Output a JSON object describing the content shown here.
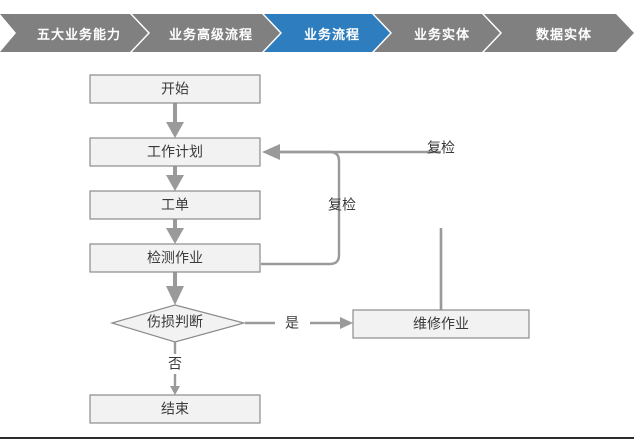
{
  "breadcrumb": {
    "colors": {
      "inactive": "#808080",
      "active": "#2E7DBF",
      "text": "#FFFFFF"
    },
    "items": [
      {
        "label": "五大业务能力",
        "active": false
      },
      {
        "label": "业务高级流程",
        "active": false
      },
      {
        "label": "业务流程",
        "active": true
      },
      {
        "label": "业务实体",
        "active": false
      },
      {
        "label": "数据实体",
        "active": false
      }
    ]
  },
  "diagram": {
    "type": "flowchart",
    "colors": {
      "node_fill": "#F2F2F2",
      "node_border": "#8C8C8C",
      "connector": "#9A9A9A",
      "text": "#3A3A3A"
    },
    "nodes": [
      {
        "id": "start",
        "shape": "rect",
        "label": "开始"
      },
      {
        "id": "plan",
        "shape": "rect",
        "label": "工作计划"
      },
      {
        "id": "workorder",
        "shape": "rect",
        "label": "工单"
      },
      {
        "id": "inspect",
        "shape": "rect",
        "label": "检测作业"
      },
      {
        "id": "decision",
        "shape": "diamond",
        "label": "伤损判断"
      },
      {
        "id": "repair",
        "shape": "rect",
        "label": "维修作业"
      },
      {
        "id": "end",
        "shape": "rect",
        "label": "结束"
      }
    ],
    "edges": [
      {
        "from": "start",
        "to": "plan",
        "label": ""
      },
      {
        "from": "plan",
        "to": "workorder",
        "label": ""
      },
      {
        "from": "workorder",
        "to": "inspect",
        "label": ""
      },
      {
        "from": "inspect",
        "to": "decision",
        "label": ""
      },
      {
        "from": "decision",
        "to": "repair",
        "label": "是"
      },
      {
        "from": "decision",
        "to": "end",
        "label": "否"
      },
      {
        "from": "inspect",
        "to": "plan",
        "label": "复检"
      },
      {
        "from": "repair",
        "to": "plan",
        "label": "复检"
      }
    ],
    "edge_labels": {
      "yes": "是",
      "no": "否",
      "recheck_inner": "复检",
      "recheck_outer": "复检"
    }
  }
}
